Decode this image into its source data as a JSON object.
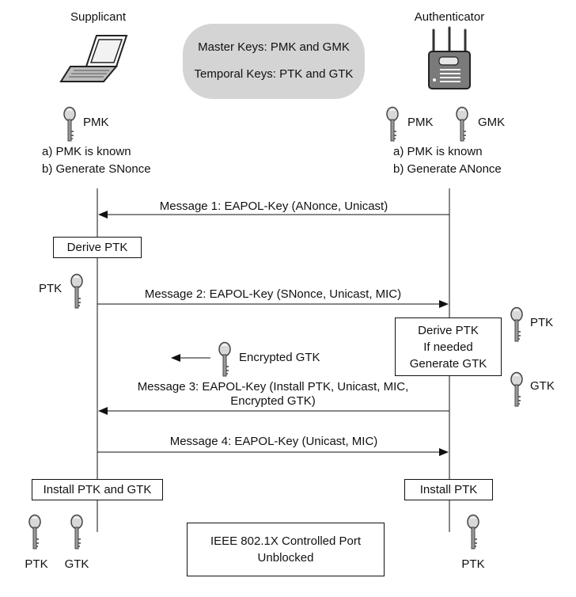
{
  "actors": {
    "supplicant": "Supplicant",
    "authenticator": "Authenticator"
  },
  "keys_info": {
    "master": "Master Keys: PMK and GMK",
    "temporal": "Temporal Keys: PTK and GTK"
  },
  "supplicant_keys": {
    "pmk": "PMK",
    "known": "a) PMK is known",
    "nonce": "b) Generate SNonce"
  },
  "authenticator_keys": {
    "pmk": "PMK",
    "gmk": "GMK",
    "known": "a) PMK is known",
    "nonce": "b) Generate ANonce"
  },
  "messages": {
    "m1": "Message 1: EAPOL-Key (ANonce, Unicast)",
    "m2": "Message 2: EAPOL-Key (SNonce, Unicast, MIC)",
    "m3_line1": "Message 3: EAPOL-Key (Install PTK, Unicast, MIC,",
    "m3_line2": "Encrypted GTK)",
    "m4": "Message 4: EAPOL-Key (Unicast, MIC)"
  },
  "steps": {
    "derive_ptk_supplicant": "Derive PTK",
    "ptk_supplicant": "PTK",
    "derive_ptk_authenticator": "Derive PTK\nIf needed\nGenerate GTK",
    "ptk_authenticator": "PTK",
    "gtk_authenticator": "GTK",
    "encrypted_gtk": "Encrypted GTK",
    "install_supplicant": "Install PTK and GTK",
    "install_authenticator": "Install PTK",
    "final_ptk_supplicant": "PTK",
    "final_gtk_supplicant": "GTK",
    "final_ptk_authenticator": "PTK",
    "controlled_port": "IEEE 802.1X Controlled Port\nUnblocked"
  },
  "colors": {
    "line": "#111111",
    "bubble": "#d4d4d4",
    "key_fill": "#d8d8d8"
  }
}
